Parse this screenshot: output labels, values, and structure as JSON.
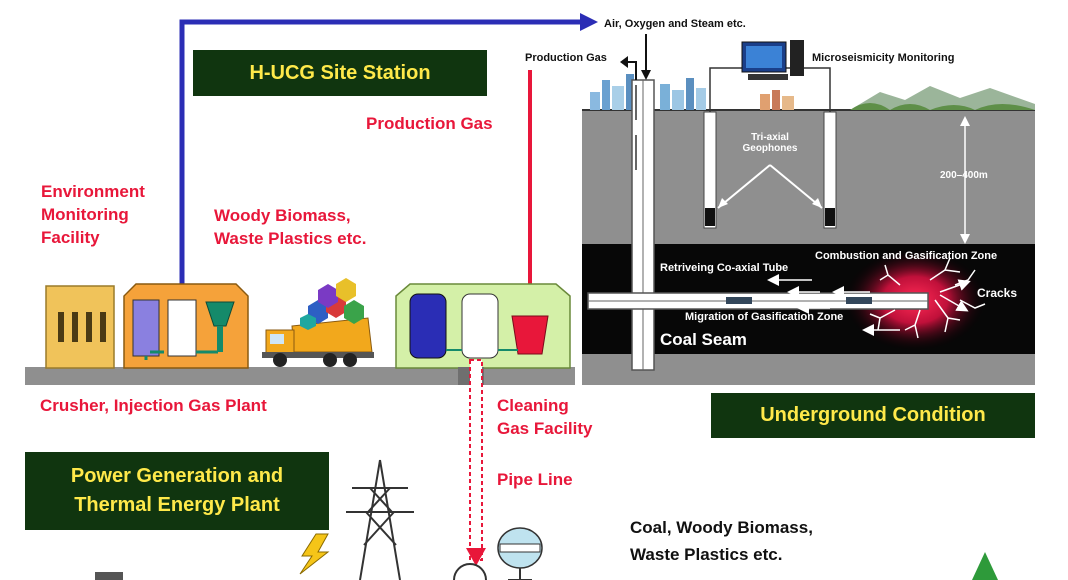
{
  "labels": {
    "air_oxygen_steam": "Air, Oxygen and Steam etc.",
    "production_gas_top": "Production Gas",
    "microseismicity": "Microseismicity Monitoring",
    "site_station": "H-UCG Site Station",
    "production_gas_red": "Production Gas",
    "environment_monitoring": "Environment\nMonitoring\nFacility",
    "woody_biomass": "Woody Biomass,\nWaste Plastics etc.",
    "tri_axial": "Tri-axial\nGeophones",
    "depth": "200–400m",
    "combustion_zone": "Combustion and Gasification Zone",
    "retrieving_tube": "Retriveing Co-axial Tube",
    "cracks": "Cracks",
    "migration_zone": "Migration of Gasification Zone",
    "coal_seam": "Coal Seam",
    "crusher": "Crusher, Injection Gas Plant",
    "cleaning_gas": "Cleaning\nGas Facility",
    "underground": "Underground Condition",
    "power_generation": "Power Generation and\nThermal Energy Plant",
    "pipe_line": "Pipe Line",
    "coal_bottom": "Coal, Woody Biomass,\nWaste Plastics etc."
  },
  "colors": {
    "red_label": "#e8173a",
    "blue_line": "#2b2db5",
    "green_box": "#10350f",
    "yellow_text": "#ffe94a",
    "ground": "#8f8f8f",
    "coal": "#070707"
  }
}
